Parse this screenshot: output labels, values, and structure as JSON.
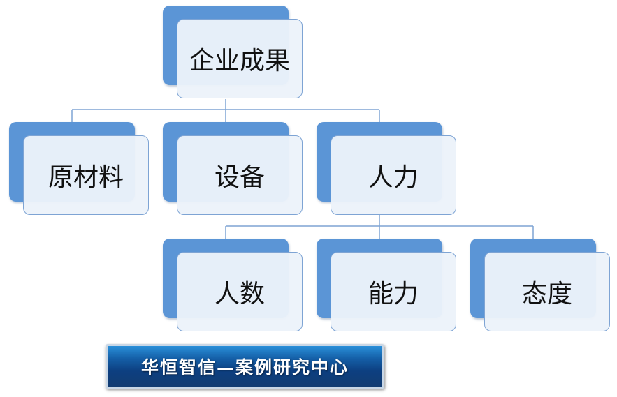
{
  "org_chart": {
    "root": {
      "label": "企业成果"
    },
    "level2": [
      {
        "label": "原材料"
      },
      {
        "label": "设备"
      },
      {
        "label": "人力"
      }
    ],
    "level3": [
      {
        "label": "人数"
      },
      {
        "label": "能力"
      },
      {
        "label": "态度"
      }
    ]
  },
  "colors": {
    "back_block": "#5b95d6",
    "front_block": "#ecf2fa",
    "connector": "#7ea4d4",
    "banner": "#0d3f80"
  },
  "banner": {
    "text": "华恒智信—案例研究中心"
  }
}
